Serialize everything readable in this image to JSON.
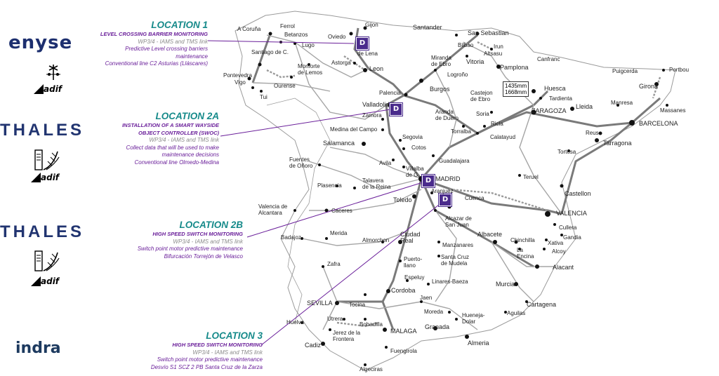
{
  "logos": {
    "enyse": "enyse",
    "thales_1": "THALES",
    "thales_2": "THALES",
    "indra": "indra",
    "adif": "adif"
  },
  "locations": [
    {
      "title": "LOCATION 1",
      "subtitle": "LEVEL CROSSING BARRIER MONITORING",
      "wp": "WP3/4 - IAMS and TMS link",
      "desc1": "Predictive Level crossing barriers",
      "desc2": "maintenance",
      "desc3": "Conventional line C2 Asturias (Lláscares)"
    },
    {
      "title": "LOCATION 2A",
      "subtitle1": "INSTALLATION OF A SMART WAYSIDE",
      "subtitle2": "OBJECT CONTROLLER (SWOC)",
      "wp": "WP3/4 - IAMS and TMS link",
      "desc1": "Collect data that will be used to make",
      "desc2": "maintenance decisions",
      "desc3": "Conventional line Olmedo-Medina"
    },
    {
      "title": "LOCATION 2B",
      "subtitle": "HIGH SPEED SWITCH MONITORING",
      "wp": "WP3/4 - IAMS and TMS link",
      "desc1": "Switch point motor predictive maintenance",
      "desc2": "Bifurcación Torrejón de Velasco"
    },
    {
      "title": "LOCATION 3",
      "subtitle": "HIGH SPEED SWITCH MONITORING",
      "wp": "WP3/4 - IAMS and TMS link",
      "desc1": "Switch point motor predictive maintenance",
      "desc2": "Desvío S1 SCZ 2 PB Santa Cruz de la Zarza"
    }
  ],
  "marker_label": "D",
  "gauge": {
    "line1": "1435mm",
    "line2": "1668mm"
  },
  "cities": {
    "a_coruna": "A Coruña",
    "ferrol": "Ferrol",
    "betanzos": "Betanzos",
    "lugo": "Lugo",
    "santiago": "Santiago de C.",
    "pontevedra": "Pontevedra",
    "vigo": "Vigo",
    "tui": "Tui",
    "ourense": "Ourense",
    "monforte": "Monforte\nde Lemos",
    "oviedo": "Oviedo",
    "gijon": "Gijon",
    "de_lena": "de Lena",
    "astorga": "Astorga",
    "leon": "Leon",
    "santander": "Santander",
    "bilbao": "Bilbao",
    "san_sebastian": "San Sebastian",
    "irun": "Irun",
    "vitoria": "Vitoria",
    "altsasu": "Altsasu",
    "miranda": "Miranda\nde Ebro",
    "pamplona": "Pamplona",
    "logrono": "Logroño",
    "canfranc": "Canfranc",
    "huesca": "Huesca",
    "tardienta": "Tardienta",
    "zaragoza": "ZARAGOZA",
    "lleida": "Lleida",
    "puigcerda": "Puigcerda",
    "portbou": "Portbou",
    "girona": "Girona",
    "manresa": "Manresa",
    "massanes": "Massanes",
    "barcelona": "BARCELONA",
    "reus": "Reus",
    "tarragona": "Tarragona",
    "tortosa": "Tortosa",
    "castejon": "Castejon\nde Ebro",
    "soria": "Soria",
    "ricla": "Ricla",
    "calatayud": "Calatayud",
    "torralba": "Torralba",
    "aranda": "Aranda\nde Duero",
    "burgos": "Burgos",
    "palencia": "Palencia",
    "valladolid": "Valladolid",
    "zamora": "Zamora",
    "medina": "Medina del Campo",
    "salamanca": "Salamanca",
    "segovia": "Segovia",
    "cotos": "Cotos",
    "avila": "Avila",
    "villalba": "Villalba\nde G.",
    "guadalajara": "Guadalajara",
    "fuentes": "Fuentes\nde Oñoro",
    "plasencia": "Plasencia",
    "talavera": "Talavera\nde la Reina",
    "madrid": "MADRID",
    "aranjuez": "Aranjuez",
    "toledo": "Toledo",
    "cuenca": "Cuenca",
    "teruel": "Teruel",
    "castellon": "Castellon",
    "valencia": "VALENCIA",
    "valencia_alc": "Valencia de\nAlcantara",
    "caceres": "Caceres",
    "badajoz": "Badajoz",
    "merida": "Merida",
    "almorchon": "Almorchon",
    "ciudad_real": "Ciudad\nReal",
    "alcazar": "Alcazar de\nSan Juan",
    "albacete": "Albacete",
    "cullera": "Cullera",
    "gandia": "Gandia",
    "xativa": "Xativa",
    "alcoy": "Alcoy",
    "chinchilla": "Chinchilla",
    "la_encina": "La\nEncina",
    "alacant": "Alacant",
    "manzanares": "Manzanares",
    "zafra": "Zafra",
    "puertollano": "Puerto-\nllano",
    "santa_cruz": "Santa Cruz\nde Mudela",
    "espeluy": "Espeluy",
    "linares": "Linares-Baeza",
    "jaen": "Jaen",
    "murcia": "Murcia",
    "cartagena": "Cartagena",
    "aguilas": "Aguilas",
    "cordoba": "Cordoba",
    "sevilla": "SEVILLA",
    "tocina": "Tocina",
    "huelva": "Huelva",
    "utrera": "Utrera",
    "bobadilla": "Bobadilla",
    "moreda": "Moreda",
    "hueneja": "Hueneja-\nDolar",
    "granada": "Granada",
    "malaga": "MALAGA",
    "almeria": "Almeria",
    "jerez": "Jerez de la\nFrontera",
    "cadiz": "Cadiz",
    "fuengirola": "Fuengirola",
    "algeciras": "Algeciras"
  },
  "colors": {
    "teal": "#168a8a",
    "purple": "#6a1f9a",
    "marker": "#4a2b8c",
    "rail_main": "#777777",
    "rail_minor": "#999999",
    "border": "#9a9a9a"
  }
}
